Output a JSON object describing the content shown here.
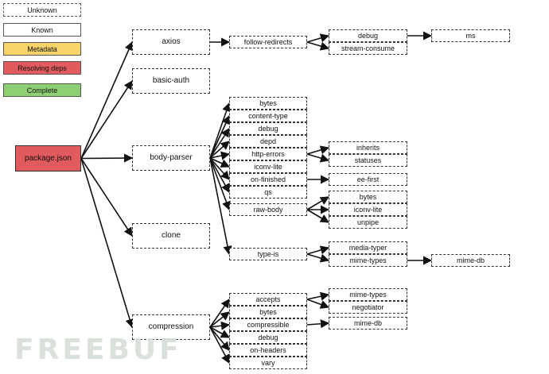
{
  "legend": {
    "unknown": "Unknown",
    "known": "Known",
    "metadata": "Metadata",
    "resolving": "Resolving deps",
    "complete": "Complete"
  },
  "colors": {
    "unknown": "#ffffff",
    "known": "#ffffff",
    "metadata": "#f7d36a",
    "resolving": "#e05a5e",
    "complete": "#8fcf73"
  },
  "watermark": "FREEBUF",
  "nodes": {
    "root": "package.json",
    "axios": "axios",
    "basic_auth": "basic-auth",
    "body_parser": "body-parser",
    "clone": "clone",
    "compression": "compression",
    "follow_redirects": "follow-redirects",
    "debug_1": "debug",
    "stream_consume": "stream-consume",
    "ms": "ms",
    "bytes_1": "bytes",
    "content_type": "content-type",
    "debug_2": "debug",
    "depd": "depd",
    "http_errors": "http-errors",
    "iconv_lite_1": "iconv-lite",
    "on_finished": "on-finished",
    "qs": "qs",
    "raw_body": "raw-body",
    "type_is": "type-is",
    "inherits": "inherits",
    "statuses": "statuses",
    "ee_first": "ee-first",
    "bytes_2": "bytes",
    "iconv_lite_2": "iconv-lite",
    "unpipe": "unpipe",
    "media_typer": "media-typer",
    "mime_types_1": "mime-types",
    "mime_db_1": "mime-db",
    "accepts": "accepts",
    "bytes_3": "bytes",
    "compressible": "compressible",
    "debug_3": "debug",
    "on_headers": "on-headers",
    "vary": "vary",
    "mime_types_2": "mime-types",
    "negotiator": "negotiator",
    "mime_db_2": "mime-db"
  },
  "edges": [
    [
      "root",
      "axios"
    ],
    [
      "root",
      "basic_auth"
    ],
    [
      "root",
      "body_parser"
    ],
    [
      "root",
      "clone"
    ],
    [
      "root",
      "compression"
    ],
    [
      "axios",
      "follow_redirects"
    ],
    [
      "follow_redirects",
      "debug_1"
    ],
    [
      "follow_redirects",
      "stream_consume"
    ],
    [
      "debug_1",
      "ms"
    ],
    [
      "body_parser",
      "bytes_1"
    ],
    [
      "body_parser",
      "content_type"
    ],
    [
      "body_parser",
      "debug_2"
    ],
    [
      "body_parser",
      "depd"
    ],
    [
      "body_parser",
      "http_errors"
    ],
    [
      "body_parser",
      "iconv_lite_1"
    ],
    [
      "body_parser",
      "on_finished"
    ],
    [
      "body_parser",
      "qs"
    ],
    [
      "body_parser",
      "raw_body"
    ],
    [
      "body_parser",
      "type_is"
    ],
    [
      "http_errors",
      "inherits"
    ],
    [
      "http_errors",
      "statuses"
    ],
    [
      "on_finished",
      "ee_first"
    ],
    [
      "raw_body",
      "bytes_2"
    ],
    [
      "raw_body",
      "iconv_lite_2"
    ],
    [
      "raw_body",
      "unpipe"
    ],
    [
      "type_is",
      "media_typer"
    ],
    [
      "type_is",
      "mime_types_1"
    ],
    [
      "mime_types_1",
      "mime_db_1"
    ],
    [
      "compression",
      "accepts"
    ],
    [
      "compression",
      "bytes_3"
    ],
    [
      "compression",
      "compressible"
    ],
    [
      "compression",
      "debug_3"
    ],
    [
      "compression",
      "on_headers"
    ],
    [
      "compression",
      "vary"
    ],
    [
      "accepts",
      "mime_types_2"
    ],
    [
      "accepts",
      "negotiator"
    ],
    [
      "compressible",
      "mime_db_2"
    ]
  ]
}
